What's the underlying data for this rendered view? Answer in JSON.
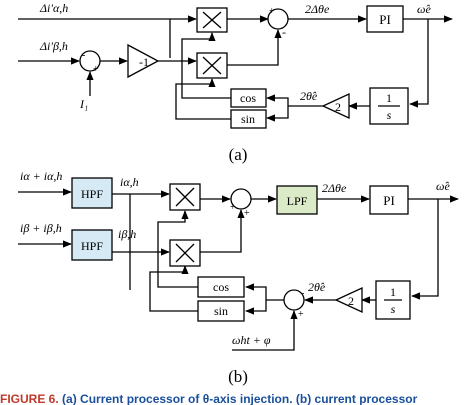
{
  "diagram_a": {
    "caption": "(a)",
    "inputs": {
      "in1": "Δi'α,h",
      "in2": "Δi'β,h",
      "bias": "I₁"
    },
    "gain_neg": "-1",
    "sum_signs": {
      "s1_top": "+",
      "s1_left": "-",
      "s2_left": "+",
      "s2_bottom": "-"
    },
    "signal_err": "2Δθe",
    "pi_label": "PI",
    "output": "ω̂e",
    "integrator": {
      "num": "1",
      "den": "s"
    },
    "gain_half": "2",
    "angle": "2θ̂e",
    "cos": "cos",
    "sin": "sin"
  },
  "diagram_b": {
    "caption": "(b)",
    "inputs": {
      "in1": "iα + iα,h",
      "in2": "iβ + iβ,h",
      "theta_ref": "ωht + φ"
    },
    "hpf_label": "HPF",
    "hpf_out1": "iα,h",
    "hpf_out2": "iβ,h",
    "lpf_label": "LPF",
    "sum_signs": {
      "s1_left": "+",
      "s1_bottom": "+",
      "s2_left": "-",
      "s2_bottom": "+"
    },
    "signal_err": "2Δθe",
    "pi_label": "PI",
    "output": "ω̂e",
    "integrator": {
      "num": "1",
      "den": "s"
    },
    "gain_half": "2",
    "angle": "2θ̂e",
    "cos": "cos",
    "sin": "sin"
  },
  "footer": {
    "figure_label": "FIGURE 6.",
    "caption": " (a) Current processor of θ-axis injection. (b) current processor"
  },
  "colors": {
    "hpf_fill": "#d5eaf5",
    "lpf_fill": "#dcebc7",
    "line": "#000000"
  }
}
